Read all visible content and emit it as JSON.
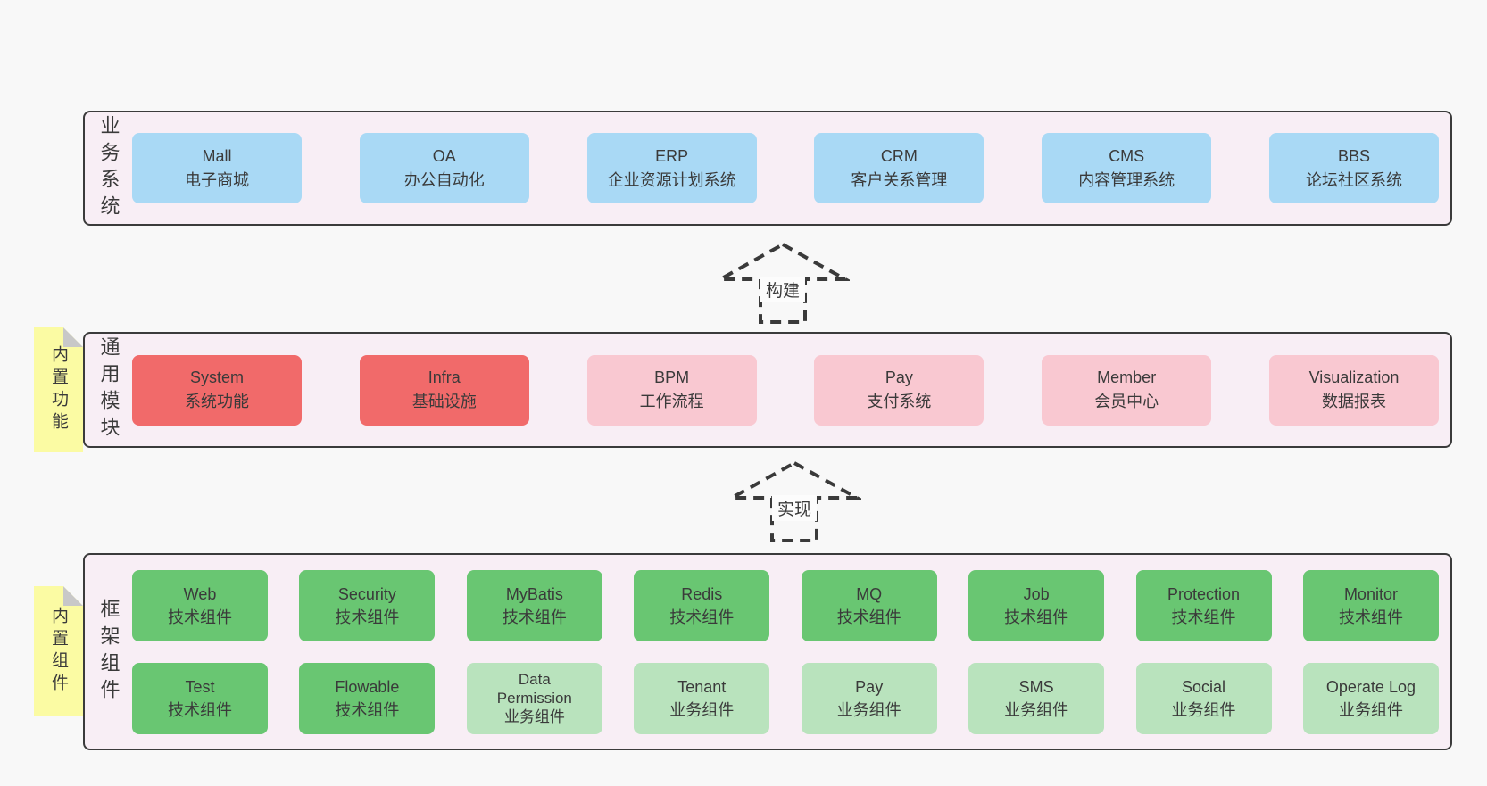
{
  "colors": {
    "page_bg": "#f8f8f8",
    "container_bg": "#f8eef5",
    "container_border": "#3b3b3b",
    "business_box": "#a9d9f5",
    "core_module_box": "#f16a6a",
    "optional_module_box": "#f9c8d1",
    "tech_component_box": "#69c672",
    "biz_component_box": "#b9e3bd",
    "sticky_note": "#fbfba3",
    "note_fold": "#c8c8c8",
    "arrow": "#3a3a3a",
    "text": "#3a3a3a"
  },
  "arrows": [
    {
      "label": "构建"
    },
    {
      "label": "实现"
    }
  ],
  "layers": [
    {
      "label": "业务系统",
      "rows": [
        [
          {
            "en": "Mall",
            "zh": "电子商城"
          },
          {
            "en": "OA",
            "zh": "办公自动化"
          },
          {
            "en": "ERP",
            "zh": "企业资源计划系统"
          },
          {
            "en": "CRM",
            "zh": "客户关系管理"
          },
          {
            "en": "CMS",
            "zh": "内容管理系统"
          },
          {
            "en": "BBS",
            "zh": "论坛社区系统"
          }
        ]
      ]
    },
    {
      "label": "通用模块",
      "note": "内置功能",
      "rows": [
        [
          {
            "en": "System",
            "zh": "系统功能"
          },
          {
            "en": "Infra",
            "zh": "基础设施"
          },
          {
            "en": "BPM",
            "zh": "工作流程"
          },
          {
            "en": "Pay",
            "zh": "支付系统"
          },
          {
            "en": "Member",
            "zh": "会员中心"
          },
          {
            "en": "Visualization",
            "zh": "数据报表"
          }
        ]
      ]
    },
    {
      "label": "框架组件",
      "note": "内置组件",
      "rows": [
        [
          {
            "en": "Web",
            "zh": "技术组件"
          },
          {
            "en": "Security",
            "zh": "技术组件"
          },
          {
            "en": "MyBatis",
            "zh": "技术组件"
          },
          {
            "en": "Redis",
            "zh": "技术组件"
          },
          {
            "en": "MQ",
            "zh": "技术组件"
          },
          {
            "en": "Job",
            "zh": "技术组件"
          },
          {
            "en": "Protection",
            "zh": "技术组件"
          },
          {
            "en": "Monitor",
            "zh": "技术组件"
          }
        ],
        [
          {
            "en": "Test",
            "zh": "技术组件"
          },
          {
            "en": "Flowable",
            "zh": "技术组件"
          },
          {
            "en": "Data\nPermission",
            "zh": "业务组件"
          },
          {
            "en": "Tenant",
            "zh": "业务组件"
          },
          {
            "en": "Pay",
            "zh": "业务组件"
          },
          {
            "en": "SMS",
            "zh": "业务组件"
          },
          {
            "en": "Social",
            "zh": "业务组件"
          },
          {
            "en": "Operate Log",
            "zh": "业务组件"
          }
        ]
      ]
    }
  ]
}
